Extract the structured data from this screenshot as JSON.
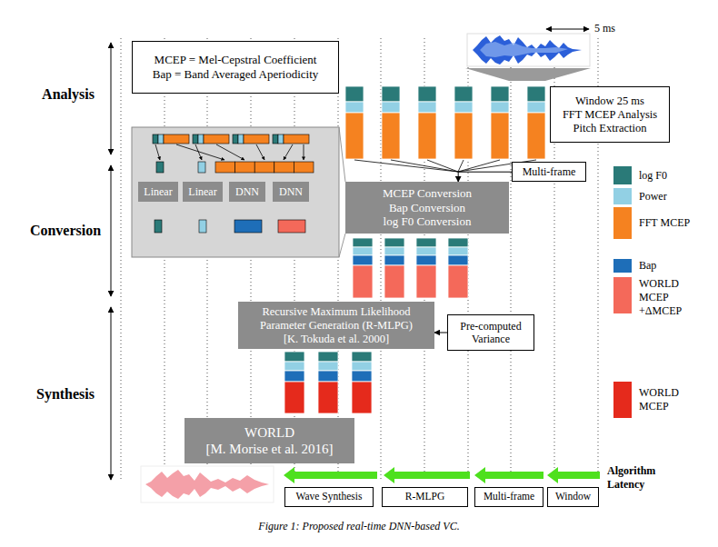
{
  "diagram": {
    "caption": "Figure 1: Proposed real-time DNN-based VC.",
    "nodes": [
      {
        "text": [
          "MCEP = Mel-Cepstral Coefficient",
          "Bap = Band Averaged Aperiodicity"
        ]
      },
      {
        "text": [
          "Window 25 ms",
          "FFT MCEP Analysis",
          "Pitch Extraction"
        ]
      },
      {
        "text": [
          "Multi-frame"
        ]
      },
      {
        "text": [
          "MCEP Conversion",
          "Bap Conversion",
          "log F0 Conversion"
        ]
      },
      {
        "text": [
          "Linear"
        ]
      },
      {
        "text": [
          "Linear"
        ]
      },
      {
        "text": [
          "DNN"
        ]
      },
      {
        "text": [
          "DNN"
        ]
      },
      {
        "text": [
          "Recursive Maximum Likelihood Parameter Generation (R-MLPG)",
          "[K. Tokuda et al. 2000]"
        ]
      },
      {
        "text": [
          "Pre-computed Variance"
        ]
      },
      {
        "text": [
          "WORLD",
          "[M. Morise et al. 2016]"
        ]
      },
      {
        "text": [
          "Wave Synthesis"
        ]
      },
      {
        "text": [
          "R-MLPG"
        ]
      },
      {
        "text": [
          "Multi-frame"
        ]
      },
      {
        "text": [
          "Window"
        ]
      }
    ],
    "edges": [
      {
        "from": 2,
        "to": 3,
        "arrow": "to"
      },
      {
        "from": 9,
        "to": 8,
        "arrow": "to"
      }
    ],
    "labels": [
      "5 ms",
      "Analysis",
      "Conversion",
      "Synthesis",
      "Algorithm Latency"
    ],
    "legend": [
      {
        "text": "log F0",
        "color": "#2a7a78"
      },
      {
        "text": "Power",
        "color": "#92d0e4"
      },
      {
        "text": "FFT MCEP",
        "color": "#f58220"
      },
      {
        "text": "Bap",
        "color": "#1e6eb8"
      },
      {
        "text": "WORLD MCEP +ΔMCEP",
        "color": "#f4695a"
      },
      {
        "text": "WORLD MCEP",
        "color": "#e52a1c"
      }
    ]
  }
}
